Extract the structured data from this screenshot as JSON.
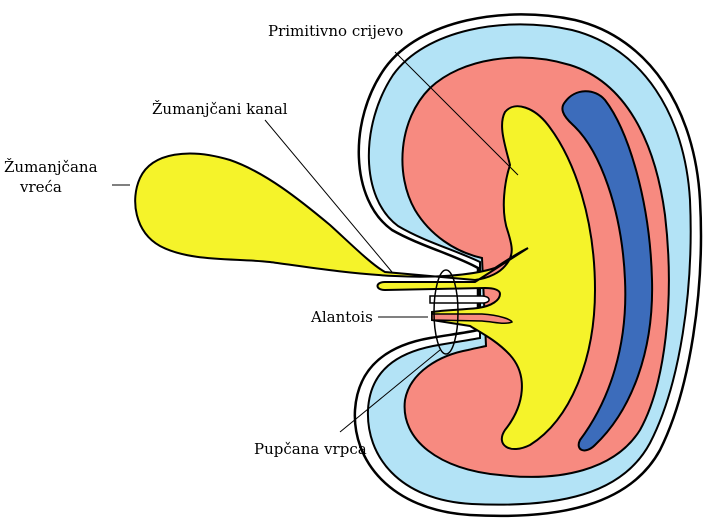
{
  "labels": {
    "primitive_gut": "Primitivno crijevo",
    "vitelline_duct": "Žumanjčani kanal",
    "yolk_sac_line1": "Žumanjčana",
    "yolk_sac_line2": "vreća",
    "allantois": "Alantois",
    "umbilical_cord": "Pupčana vrpca"
  },
  "colors": {
    "amnion_cavity": "#b3e3f6",
    "embryo_body": "#f78a80",
    "gut_and_yolk_sac": "#f5f32a",
    "neural_tube": "#3c6cbb",
    "outline": "#000000",
    "background": "#ffffff"
  }
}
